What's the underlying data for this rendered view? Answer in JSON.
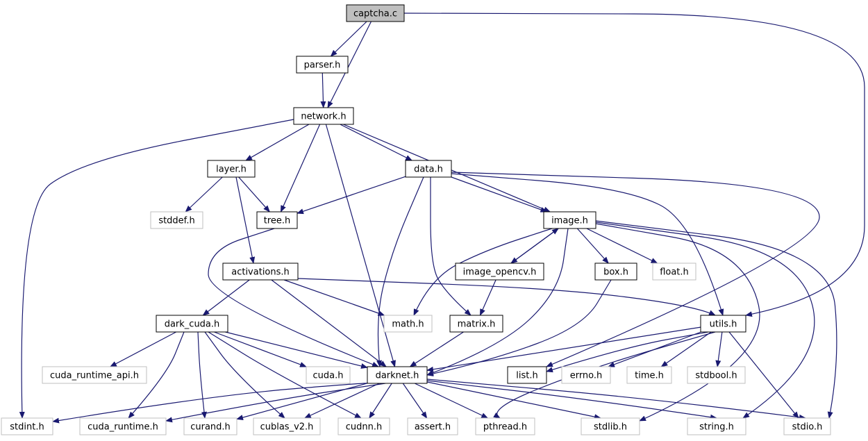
{
  "graph": {
    "root": "captcha.c",
    "nodes": [
      {
        "id": "captcha",
        "label": "captcha.c",
        "kind": "main"
      },
      {
        "id": "parser",
        "label": "parser.h",
        "kind": "local"
      },
      {
        "id": "network",
        "label": "network.h",
        "kind": "local"
      },
      {
        "id": "layer",
        "label": "layer.h",
        "kind": "local"
      },
      {
        "id": "data",
        "label": "data.h",
        "kind": "local"
      },
      {
        "id": "stddef",
        "label": "stddef.h",
        "kind": "system"
      },
      {
        "id": "tree",
        "label": "tree.h",
        "kind": "local"
      },
      {
        "id": "image",
        "label": "image.h",
        "kind": "local"
      },
      {
        "id": "activations",
        "label": "activations.h",
        "kind": "local"
      },
      {
        "id": "image_opencv",
        "label": "image_opencv.h",
        "kind": "local"
      },
      {
        "id": "box",
        "label": "box.h",
        "kind": "local"
      },
      {
        "id": "float",
        "label": "float.h",
        "kind": "system"
      },
      {
        "id": "dark_cuda",
        "label": "dark_cuda.h",
        "kind": "local"
      },
      {
        "id": "math",
        "label": "math.h",
        "kind": "system"
      },
      {
        "id": "matrix",
        "label": "matrix.h",
        "kind": "local"
      },
      {
        "id": "utils",
        "label": "utils.h",
        "kind": "local"
      },
      {
        "id": "cuda_runtime_api",
        "label": "cuda_runtime_api.h",
        "kind": "system"
      },
      {
        "id": "cuda",
        "label": "cuda.h",
        "kind": "system"
      },
      {
        "id": "darknet",
        "label": "darknet.h",
        "kind": "local"
      },
      {
        "id": "list",
        "label": "list.h",
        "kind": "local"
      },
      {
        "id": "errno",
        "label": "errno.h",
        "kind": "system"
      },
      {
        "id": "time",
        "label": "time.h",
        "kind": "system"
      },
      {
        "id": "stdbool",
        "label": "stdbool.h",
        "kind": "system"
      },
      {
        "id": "stdint",
        "label": "stdint.h",
        "kind": "system"
      },
      {
        "id": "cuda_runtime",
        "label": "cuda_runtime.h",
        "kind": "system"
      },
      {
        "id": "curand",
        "label": "curand.h",
        "kind": "system"
      },
      {
        "id": "cublas_v2",
        "label": "cublas_v2.h",
        "kind": "system"
      },
      {
        "id": "cudnn",
        "label": "cudnn.h",
        "kind": "system"
      },
      {
        "id": "assert",
        "label": "assert.h",
        "kind": "system"
      },
      {
        "id": "pthread",
        "label": "pthread.h",
        "kind": "system"
      },
      {
        "id": "stdlib",
        "label": "stdlib.h",
        "kind": "system"
      },
      {
        "id": "string",
        "label": "string.h",
        "kind": "system"
      },
      {
        "id": "stdio",
        "label": "stdio.h",
        "kind": "system"
      }
    ],
    "edges": [
      [
        "captcha",
        "parser"
      ],
      [
        "captcha",
        "network"
      ],
      [
        "captcha",
        "utils"
      ],
      [
        "parser",
        "network"
      ],
      [
        "network",
        "stdint"
      ],
      [
        "network",
        "layer"
      ],
      [
        "network",
        "tree"
      ],
      [
        "network",
        "darknet"
      ],
      [
        "network",
        "data"
      ],
      [
        "network",
        "image"
      ],
      [
        "layer",
        "stddef"
      ],
      [
        "layer",
        "tree"
      ],
      [
        "layer",
        "activations"
      ],
      [
        "data",
        "tree"
      ],
      [
        "data",
        "darknet"
      ],
      [
        "data",
        "matrix"
      ],
      [
        "data",
        "image"
      ],
      [
        "data",
        "list"
      ],
      [
        "data",
        "utils"
      ],
      [
        "tree",
        "darknet"
      ],
      [
        "image",
        "image_opencv"
      ],
      [
        "image",
        "box"
      ],
      [
        "image",
        "float"
      ],
      [
        "image",
        "math"
      ],
      [
        "image",
        "darknet"
      ],
      [
        "image",
        "stdlib"
      ],
      [
        "image",
        "string"
      ],
      [
        "image",
        "stdio"
      ],
      [
        "image_opencv",
        "image"
      ],
      [
        "image_opencv",
        "matrix"
      ],
      [
        "activations",
        "dark_cuda"
      ],
      [
        "activations",
        "math"
      ],
      [
        "activations",
        "darknet"
      ],
      [
        "activations",
        "utils"
      ],
      [
        "box",
        "darknet"
      ],
      [
        "matrix",
        "darknet"
      ],
      [
        "dark_cuda",
        "cuda_runtime_api"
      ],
      [
        "dark_cuda",
        "cuda"
      ],
      [
        "dark_cuda",
        "darknet"
      ],
      [
        "dark_cuda",
        "cuda_runtime"
      ],
      [
        "dark_cuda",
        "curand"
      ],
      [
        "dark_cuda",
        "cublas_v2"
      ],
      [
        "dark_cuda",
        "cudnn"
      ],
      [
        "utils",
        "darknet"
      ],
      [
        "utils",
        "list"
      ],
      [
        "utils",
        "errno"
      ],
      [
        "utils",
        "time"
      ],
      [
        "utils",
        "stdbool"
      ],
      [
        "utils",
        "stdio"
      ],
      [
        "utils",
        "pthread"
      ],
      [
        "darknet",
        "stdint"
      ],
      [
        "darknet",
        "cuda_runtime"
      ],
      [
        "darknet",
        "curand"
      ],
      [
        "darknet",
        "cublas_v2"
      ],
      [
        "darknet",
        "cudnn"
      ],
      [
        "darknet",
        "assert"
      ],
      [
        "darknet",
        "pthread"
      ],
      [
        "darknet",
        "stdlib"
      ],
      [
        "darknet",
        "string"
      ],
      [
        "darknet",
        "stdio"
      ]
    ]
  },
  "colors": {
    "edge": "#191970",
    "root_fill": "#bfbfbf",
    "local_border": "#000000",
    "system_border": "#bfbfbf"
  }
}
